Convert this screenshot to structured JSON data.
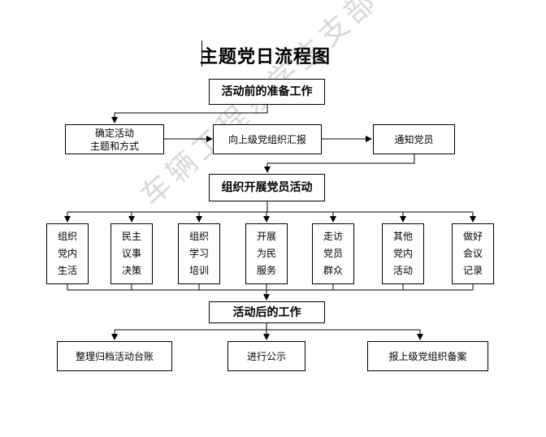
{
  "title": "主题党日流程图",
  "watermark": "车辆工程系学生支部",
  "stage1": {
    "header": "活动前的准备工作",
    "steps": [
      "确定活动\n主题和方式",
      "向上级党组织汇报",
      "通知党员"
    ]
  },
  "stage2": {
    "header": "组织开展党员活动",
    "items": [
      [
        "组织",
        "党内",
        "生活"
      ],
      [
        "民主",
        "议事",
        "决策"
      ],
      [
        "组织",
        "学习",
        "培训"
      ],
      [
        "开展",
        "为民",
        "服务"
      ],
      [
        "走访",
        "党员",
        "群众"
      ],
      [
        "其他",
        "党内",
        "活动"
      ],
      [
        "做好",
        "会议",
        "记录"
      ]
    ]
  },
  "stage3": {
    "header": "活动后的工作",
    "steps": [
      "整理归档活动台账",
      "进行公示",
      "报上级党组织备案"
    ]
  }
}
